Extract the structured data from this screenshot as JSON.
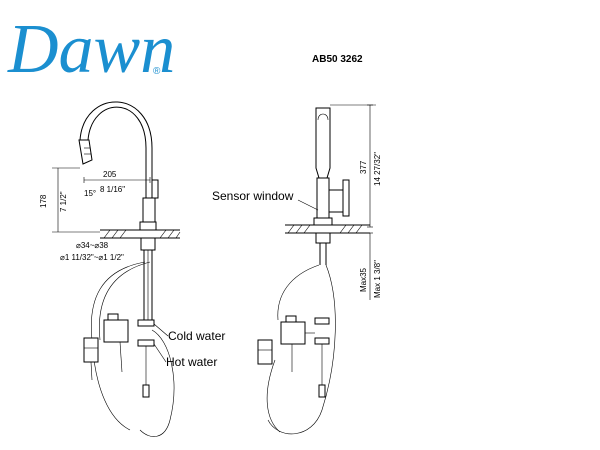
{
  "brand": {
    "name": "Dawn",
    "registered_mark": "®",
    "color": "#1b8fd0"
  },
  "model": "AB50 3262",
  "side_view": {
    "dim_spout_reach_mm": "205",
    "dim_spout_reach_in": "8 1/16\"",
    "dim_angle": "15°",
    "dim_height_mm": "178",
    "dim_height_in": "7 1/2\"",
    "dim_hole_mm": "⌀34~⌀38",
    "dim_hole_in": "⌀1 11/32\"~⌀1 1/2\"",
    "label_cold": "Cold water",
    "label_hot": "Hot water"
  },
  "front_view": {
    "label_sensor": "Sensor window",
    "dim_total_height_mm": "377",
    "dim_total_height_in": "14 27/32\"",
    "dim_deck_max_mm": "Max35",
    "dim_deck_max_in": "Max 1 3/8\""
  }
}
